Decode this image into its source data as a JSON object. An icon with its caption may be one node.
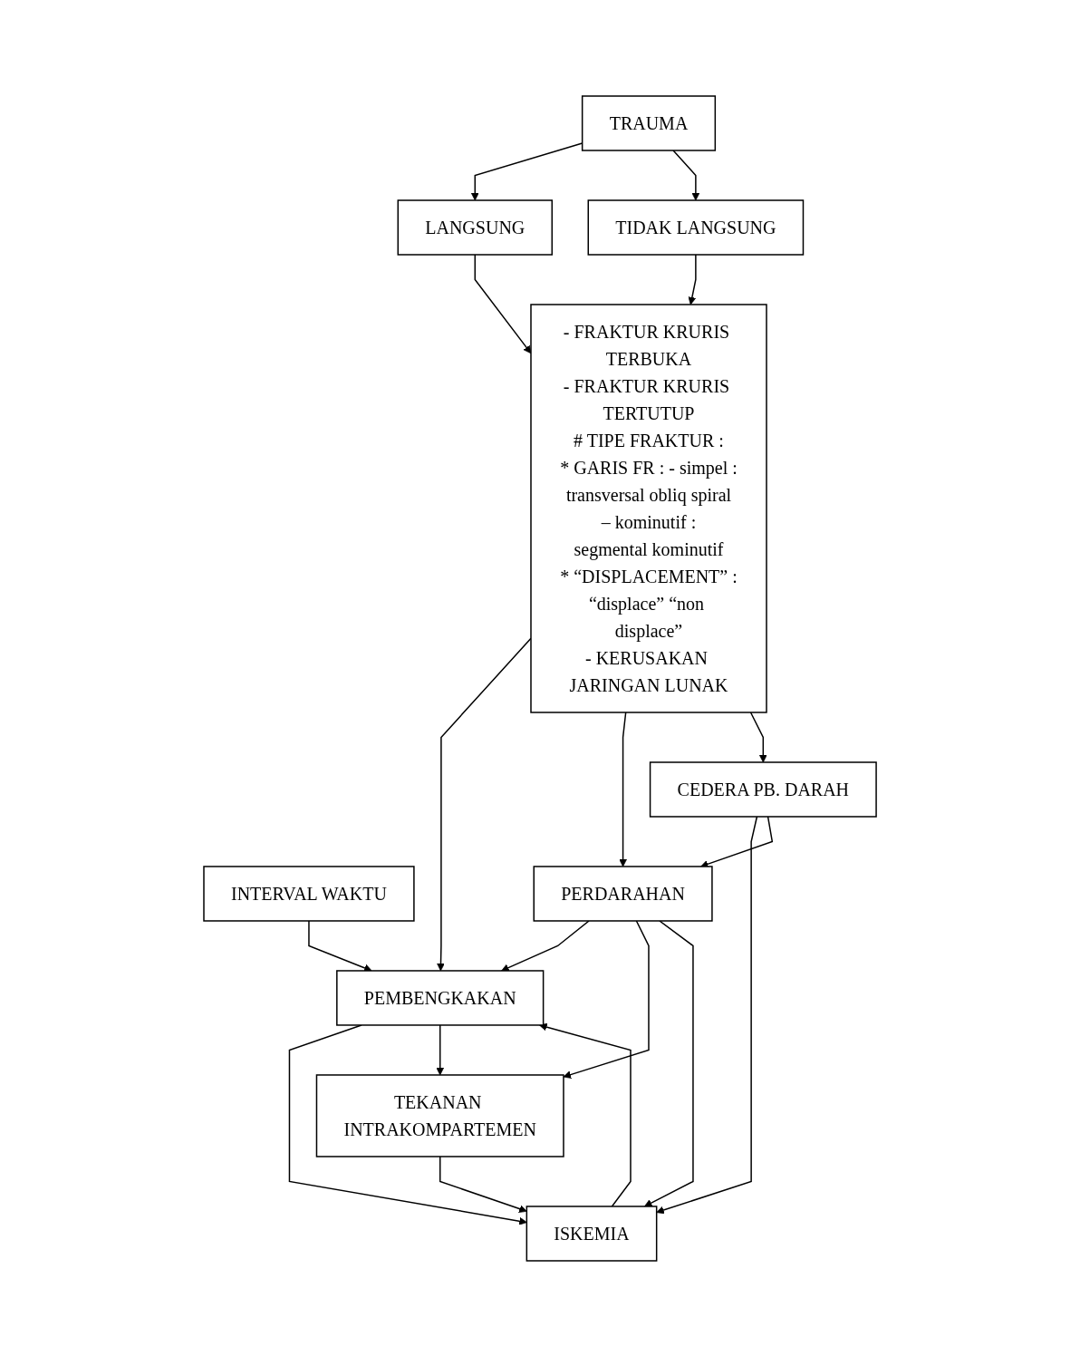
{
  "diagram": {
    "nodes": [
      {
        "text": [
          "TRAUMA"
        ]
      },
      {
        "text": [
          "LANGSUNG"
        ]
      },
      {
        "text": [
          "TIDAK LANGSUNG"
        ]
      },
      {
        "text": [
          "- FRAKTUR KRURIS TERBUKA",
          "- FRAKTUR KRURIS TERTUTUP",
          "# TIPE FRAKTUR :",
          "* GARIS FR : - simpel :",
          "transversal obliq spiral",
          "– kominutif :",
          "segmental kominutif",
          "* “DISPLACEMENT” :",
          "“displace” “non displace”",
          "- KERUSAKAN JARINGAN LUNAK"
        ]
      },
      {
        "text": [
          "INTERVAL WAKTU"
        ]
      },
      {
        "text": [
          "CEDERA PB. DARAH"
        ]
      },
      {
        "text": [
          "PERDARAHAN"
        ]
      },
      {
        "text": [
          "PEMBENGKAKAN"
        ]
      },
      {
        "text": [
          "ISKEMIA"
        ]
      },
      {
        "text": [
          "TEKANAN INTRAKOMPARTEMEN"
        ]
      }
    ],
    "edges": [
      {
        "from": 0,
        "to": 1,
        "arrow": "to"
      },
      {
        "from": 0,
        "to": 2,
        "arrow": "to"
      },
      {
        "from": 1,
        "to": 3,
        "arrow": "to"
      },
      {
        "from": 2,
        "to": 3,
        "arrow": "to"
      },
      {
        "from": 3,
        "to": 7,
        "arrow": "to"
      },
      {
        "from": 4,
        "to": 7,
        "arrow": "to"
      },
      {
        "from": 3,
        "to": 6,
        "arrow": "to"
      },
      {
        "from": 3,
        "to": 5,
        "arrow": "to"
      },
      {
        "from": 5,
        "to": 8,
        "arrow": "to"
      },
      {
        "from": 6,
        "to": 7,
        "arrow": "to"
      },
      {
        "from": 7,
        "to": 8,
        "arrow": "to"
      },
      {
        "from": 8,
        "to": 7,
        "arrow": "to"
      },
      {
        "from": 7,
        "to": 9,
        "arrow": "to"
      },
      {
        "from": 6,
        "to": 9,
        "arrow": "to"
      },
      {
        "from": 9,
        "to": 8,
        "arrow": "to"
      },
      {
        "from": 6,
        "to": 8,
        "arrow": "to"
      },
      {
        "from": 5,
        "to": 6,
        "arrow": "to"
      }
    ]
  }
}
